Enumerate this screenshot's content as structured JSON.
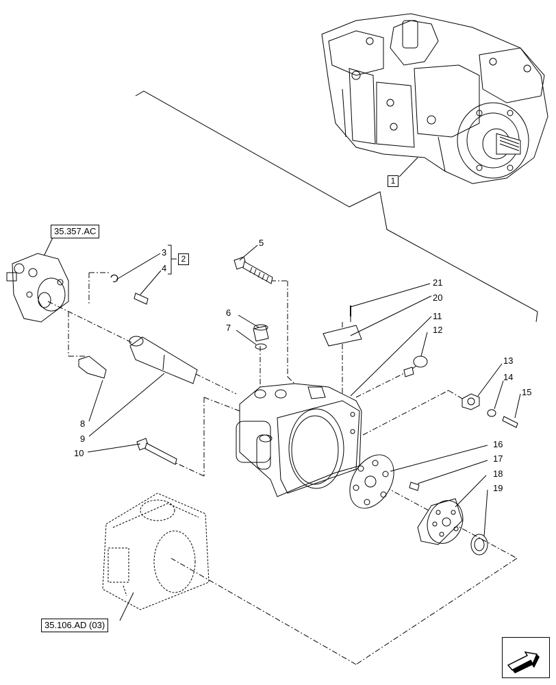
{
  "references": {
    "top_ref": "35.357.AC",
    "bottom_ref": "35.106.AD (03)"
  },
  "box_labels": {
    "assembly": "1",
    "group": "2"
  },
  "part_numbers": {
    "p3": "3",
    "p4": "4",
    "p5": "5",
    "p6": "6",
    "p7": "7",
    "p8": "8",
    "p9": "9",
    "p10": "10",
    "p11": "11",
    "p12": "12",
    "p13": "13",
    "p14": "14",
    "p15": "15",
    "p16": "16",
    "p17": "17",
    "p18": "18",
    "p19": "19",
    "p20": "20",
    "p21": "21"
  },
  "nav_icon": "next-page-arrow-icon"
}
